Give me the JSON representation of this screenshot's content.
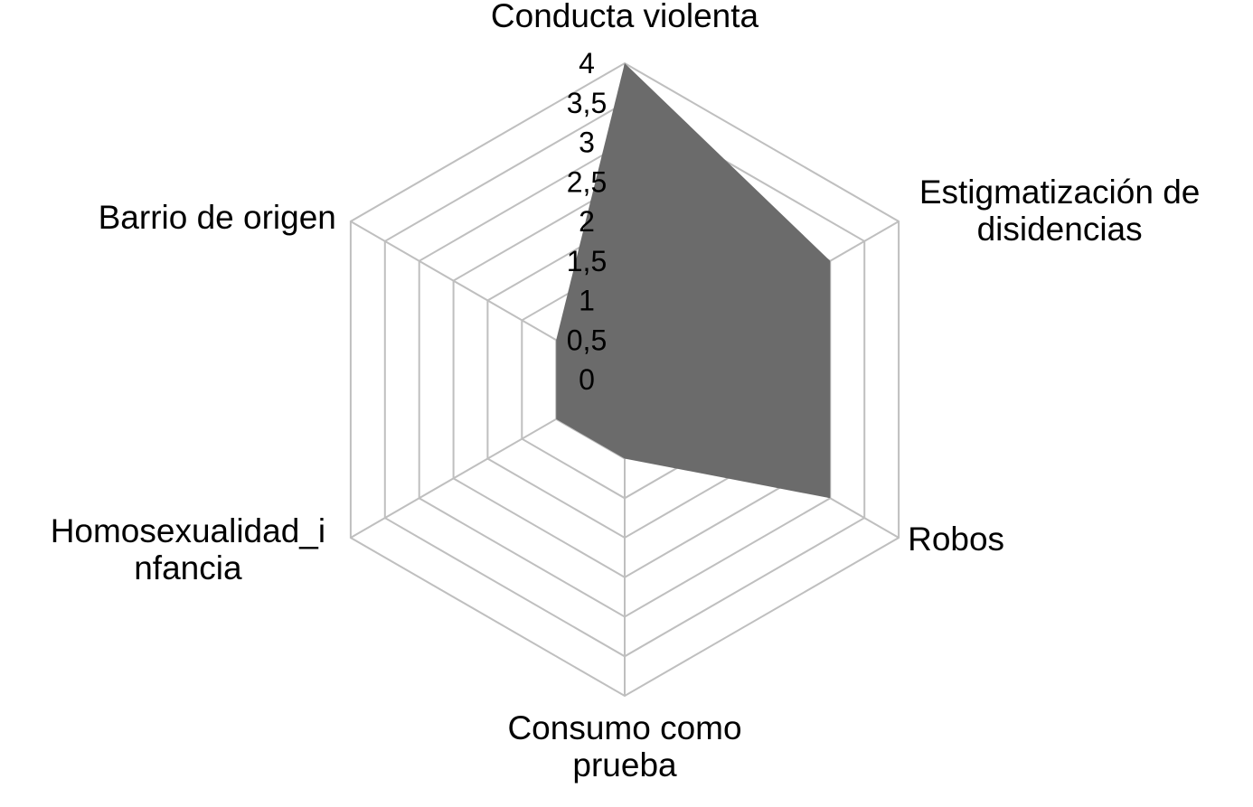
{
  "chart_data": {
    "type": "radar",
    "categories": [
      "Conducta violenta",
      "Estigmatización de disidencias",
      "Robos",
      "Consumo como prueba",
      "Homosexualidad_infancia",
      "Barrio de origen"
    ],
    "category_label_lines": [
      [
        "Conducta violenta"
      ],
      [
        "Estigmatización de",
        "disidencias"
      ],
      [
        "Robos"
      ],
      [
        "Consumo como",
        "prueba"
      ],
      [
        "Homosexualidad_i",
        "nfancia"
      ],
      [
        "Barrio de origen"
      ]
    ],
    "series": [
      {
        "values": [
          4,
          3,
          3,
          1,
          1,
          1
        ]
      }
    ],
    "r_ticks": [
      "0",
      "0,5",
      "1",
      "1,5",
      "2",
      "2,5",
      "3",
      "3,5",
      "4"
    ],
    "rlim": [
      0,
      4
    ],
    "grid": true,
    "legend": "none",
    "colors": {
      "area": "#6b6b6b",
      "grid": "#bfbfbf",
      "text": "#000000"
    }
  }
}
